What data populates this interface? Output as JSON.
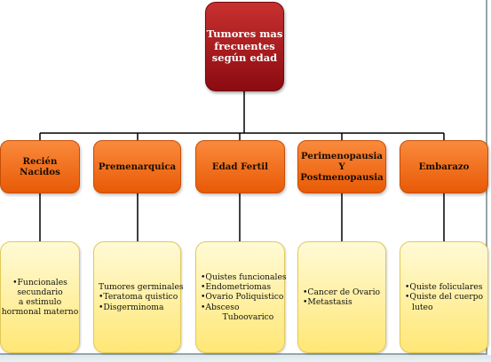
{
  "root": {
    "lines": [
      "Tumores mas",
      "frecuentes",
      "según edad"
    ]
  },
  "categories": [
    {
      "lines": [
        "Recién",
        "Nacidos"
      ],
      "items": [
        "•Funcionales",
        "secundario",
        "a estimulo",
        "hormonal materno"
      ]
    },
    {
      "lines": [
        "Premenarquica"
      ],
      "items": [
        "Tumores germinales",
        "•Teratoma quistico",
        "•Disgerminoma"
      ]
    },
    {
      "lines": [
        "Edad Fertil"
      ],
      "items": [
        "•Quistes funcionales",
        "•Endometriomas",
        "•Ovario Poliquistico",
        "•Absceso",
        "Tuboovarico"
      ]
    },
    {
      "lines": [
        "Perimenopausia",
        "Y",
        "Postmenopausia"
      ],
      "items": [
        "•Cancer de Ovario",
        "•Metastasis"
      ]
    },
    {
      "lines": [
        "Embarazo"
      ],
      "items": [
        "•Quiste foliculares",
        "•Quiste del cuerpo",
        "luteo"
      ]
    }
  ],
  "colors": {
    "root_fill": "#a7141a",
    "category_fill": "#f26b1d",
    "leaf_fill": "#fff1a8",
    "connector": "#000000"
  }
}
